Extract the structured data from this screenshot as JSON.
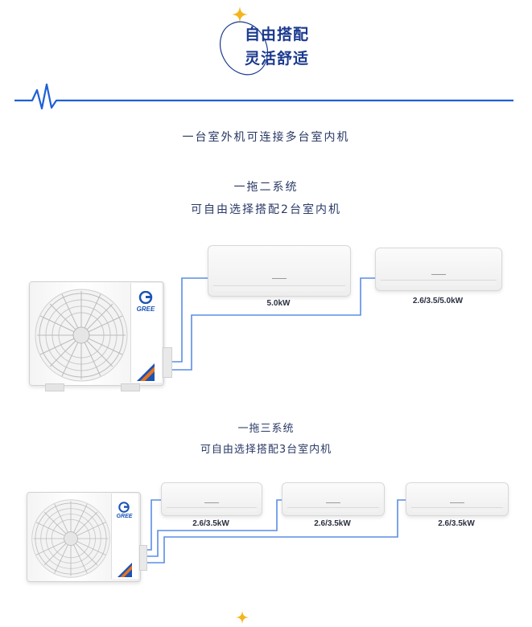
{
  "header": {
    "title_line1": "自由搭配",
    "title_line2": "灵活舒适",
    "accent_color": "#1b3a8f",
    "star_color": "#f5b41e",
    "icon": "sparkle-star-icon"
  },
  "divider": {
    "line_color": "#1f5fd6",
    "icon": "heartbeat-wave-icon"
  },
  "intro": {
    "text": "一台室外机可连接多台室内机"
  },
  "system_two": {
    "title": "一拖二系统",
    "subtitle": "可自由选择搭配2台室内机",
    "outdoor_brand": "GREE",
    "indoor_units": [
      {
        "label": "5.0kW"
      },
      {
        "label": "2.6/3.5/5.0kW"
      }
    ]
  },
  "system_three": {
    "title": "一拖三系统",
    "subtitle": "可自由选择搭配3台室内机",
    "outdoor_brand": "GREE",
    "indoor_units": [
      {
        "label": "2.6/3.5kW"
      },
      {
        "label": "2.6/3.5kW"
      },
      {
        "label": "2.6/3.5kW"
      }
    ]
  },
  "pipe_color": "#5a8ee6"
}
